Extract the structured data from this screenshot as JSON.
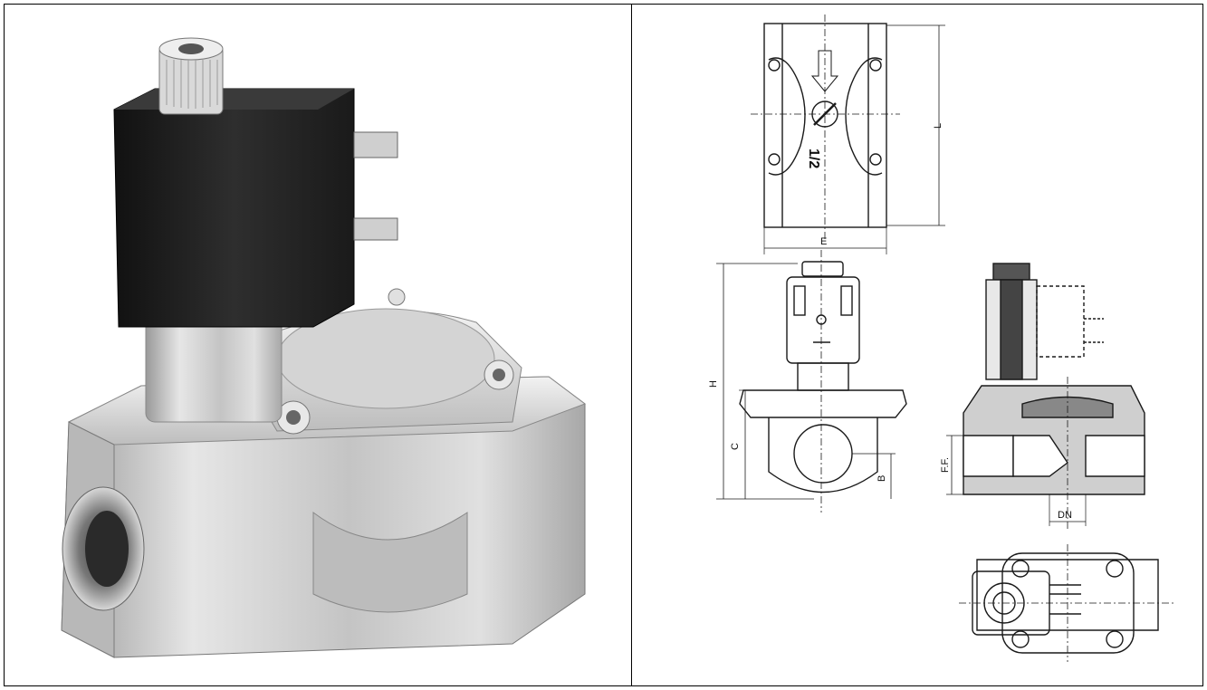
{
  "drawing": {
    "top_view": {
      "marking_size": "1/2",
      "dim_length": "L",
      "dim_width": "E"
    },
    "front_view": {
      "dim_height": "H",
      "dim_body": "C",
      "dim_base": "B"
    },
    "section_view": {
      "dim_thread": "F.F.",
      "dim_nominal": "DN"
    }
  },
  "colors": {
    "coil": "#262626",
    "body": "#c9c9c9",
    "line": "#1a1a1a"
  }
}
